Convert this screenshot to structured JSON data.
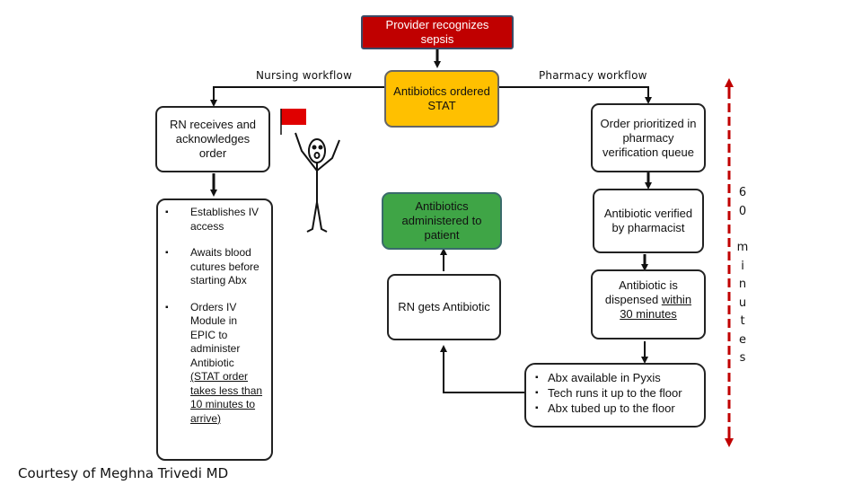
{
  "top_box": "Provider recognizes sepsis",
  "nursing_label": "Nursing workflow",
  "pharmacy_label": "Pharmacy workflow",
  "antibiotics_ordered": "Antibiotics ordered STAT",
  "rn_receives": "RN receives and acknowledges order",
  "order_prioritized": "Order prioritized in pharmacy verification queue",
  "administered": "Antibiotics administered to patient",
  "verified": "Antibiotic verified by pharmacist",
  "rn_gets": "RN gets Antibiotic",
  "dispensed": {
    "prefix": "Antibiotic is dispensed ",
    "underlined": "within 30 minutes"
  },
  "nursing_steps": [
    "Establishes IV access",
    "Awaits blood cutures before starting Abx",
    "Orders IV Module in EPIC to administer Antibiotic"
  ],
  "nursing_step3_underlined": "(STAT order takes less than 10 minutes to arrive)",
  "pyxis_items": [
    "Abx available in Pyxis",
    "Tech runs it up to the floor",
    "Abx tubed up to the floor"
  ],
  "time_span": [
    "6",
    "0",
    "",
    "m",
    "i",
    "n",
    "u",
    "t",
    "e",
    "s"
  ],
  "courtesy": "Courtesy of Meghna Trivedi MD",
  "colors": {
    "red": "#c00000",
    "yellow": "#ffc000",
    "green": "#3fa546",
    "dashed_bracket": "#c00000"
  }
}
